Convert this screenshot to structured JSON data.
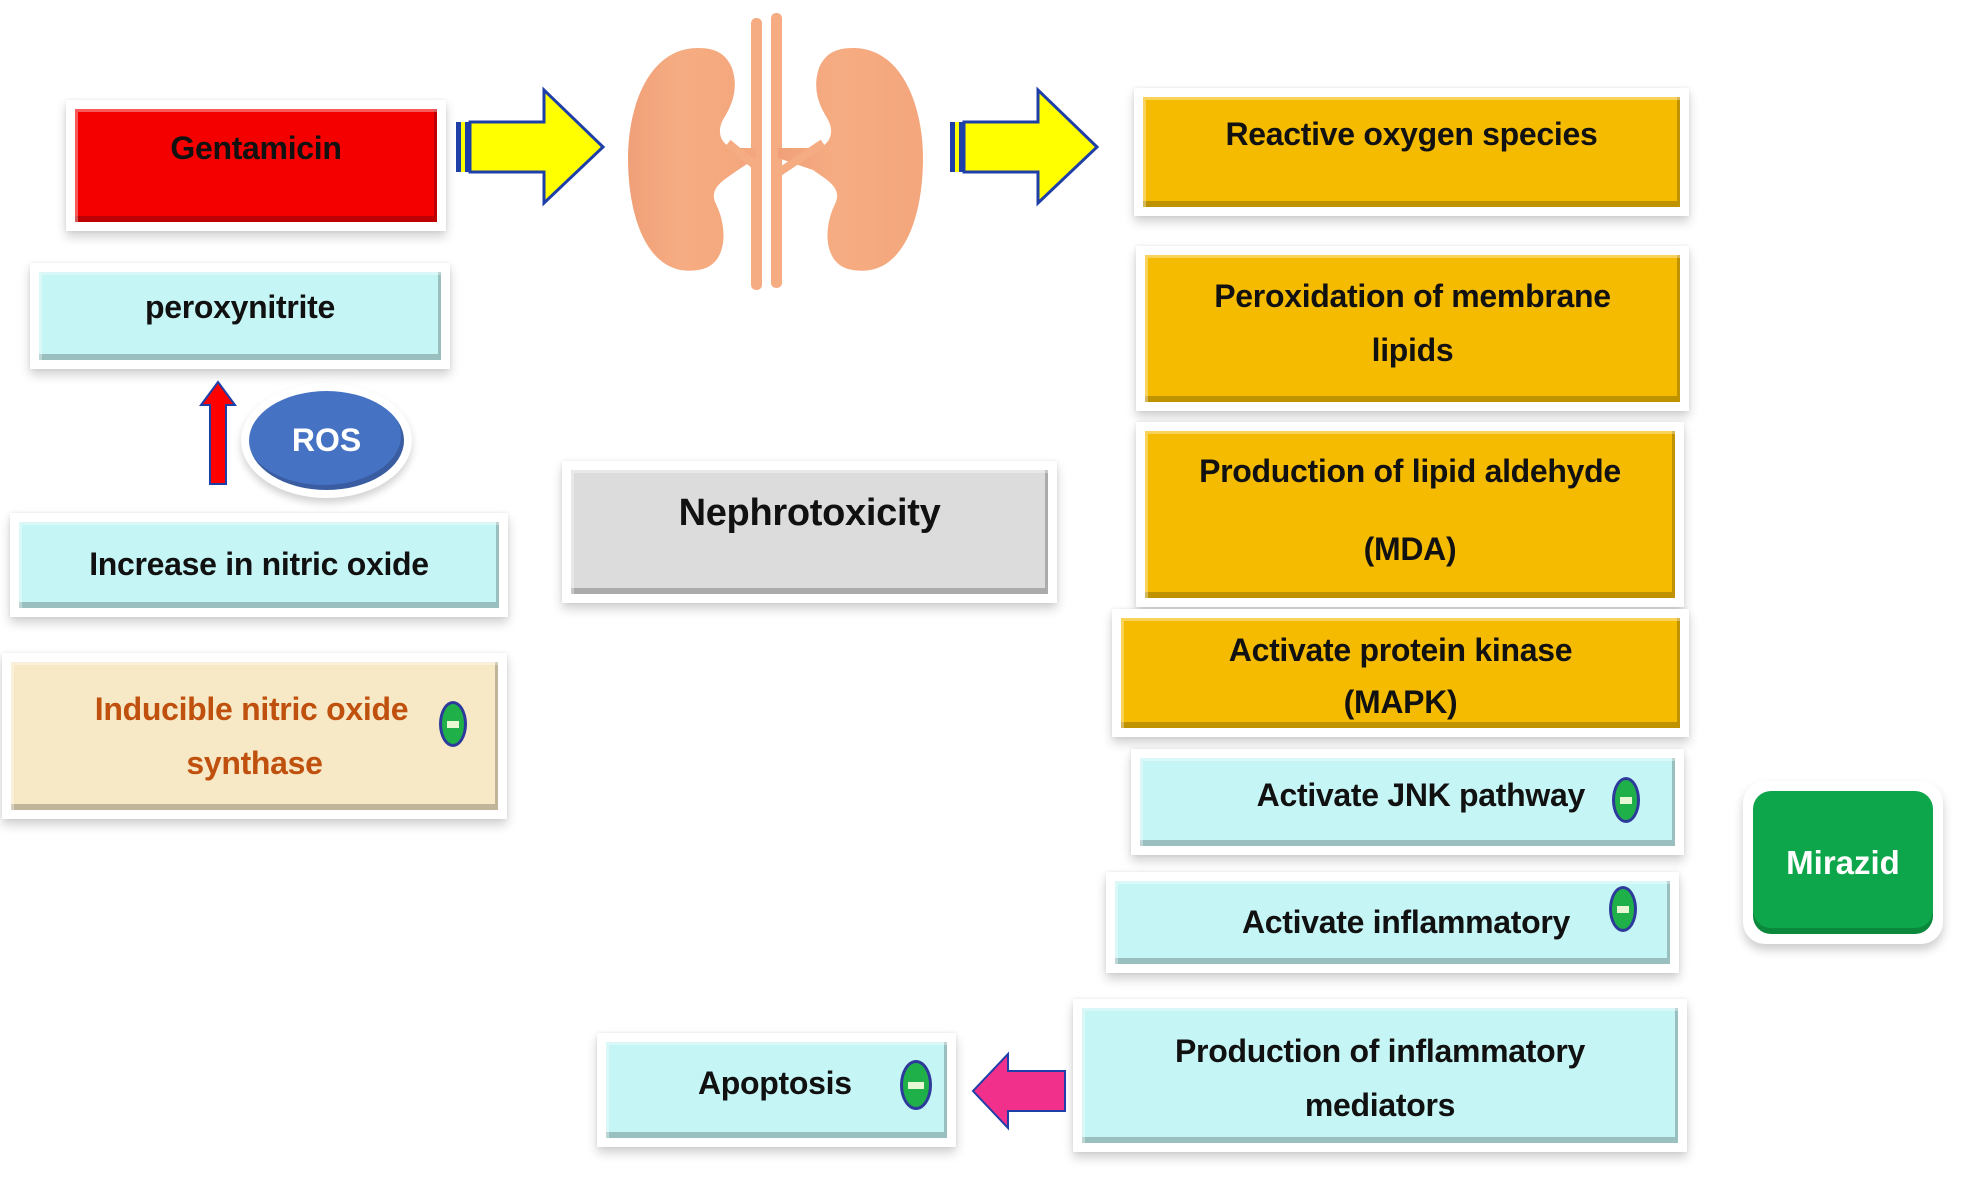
{
  "diagram": {
    "title": "Gentamicin-induced nephrotoxicity and Mirazid intervention",
    "colors": {
      "drug": "#f50000",
      "cascade": "#f5bb00",
      "process": "#c6f5f5",
      "outcome": "#dcdcdc",
      "enzyme": "#f7e8c6",
      "enzyme_text": "#c0500e",
      "ros_node": "#4672c4",
      "treatment": "#0ea64a",
      "flow_arrow": "#ffff00",
      "increase_arrow": "#ff0000",
      "result_arrow": "#f0308a",
      "inhibit_badge": "#20b04a"
    },
    "nodes": {
      "gentamicin": "Gentamicin",
      "peroxynitrite": "peroxynitrite",
      "ros_small": "ROS",
      "increase_no": "Increase in nitric oxide",
      "inos_line1": "Inducible nitric oxide",
      "inos_line2": "synthase",
      "nephrotoxicity": "Nephrotoxicity",
      "reactive_oxygen": "Reactive oxygen species",
      "peroxidation_line1": "Peroxidation of membrane",
      "peroxidation_line2": "lipids",
      "lipid_aldehyde_line1": "Production of lipid aldehyde",
      "lipid_aldehyde_line2": "(MDA)",
      "mapk_line1": "Activate protein kinase",
      "mapk_line2": "(MAPK)",
      "jnk": "Activate JNK pathway",
      "inflammatory": "Activate inflammatory",
      "mediators_line1": "Production of inflammatory",
      "mediators_line2": "mediators",
      "apoptosis": "Apoptosis",
      "mirazid": "Mirazid"
    },
    "icons": {
      "organ": "kidney-icon",
      "inhibit": "minus-badge-icon",
      "flow": "block-arrow-right-icon",
      "increase": "arrow-up-icon",
      "result": "block-arrow-left-icon"
    }
  }
}
